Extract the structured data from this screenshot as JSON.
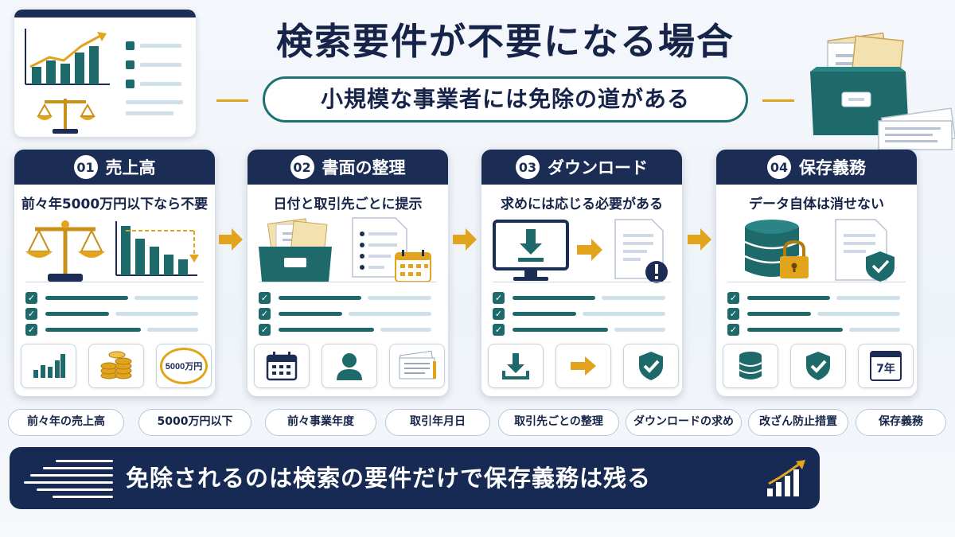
{
  "header": {
    "title": "検索要件が不要になる場合",
    "subtitle": "小規模な事業者には免除の道がある"
  },
  "steps": [
    {
      "number": "01",
      "label": "売上高",
      "description": "前々年5000万円以下なら不要",
      "tile_badge_text": "5000万円"
    },
    {
      "number": "02",
      "label": "書面の整理",
      "description": "日付と取引先ごとに提示"
    },
    {
      "number": "03",
      "label": "ダウンロード",
      "description": "求めには応じる必要がある"
    },
    {
      "number": "04",
      "label": "保存義務",
      "description": "データ自体は消せない",
      "tile_badge_text": "7年"
    }
  ],
  "keywords": [
    "前々年の売上高",
    "5000万円以下",
    "前々事業年度",
    "取引年月日",
    "取引先ごとの整理",
    "ダウンロードの求め",
    "改ざん防止措置",
    "保存義務"
  ],
  "banner": {
    "text": "免除されるのは検索の要件だけで保存義務は残る"
  },
  "colors": {
    "navy": "#1b2c55",
    "teal": "#1e6a6b",
    "gold": "#e2a41c",
    "light": "#cfe0ea"
  }
}
